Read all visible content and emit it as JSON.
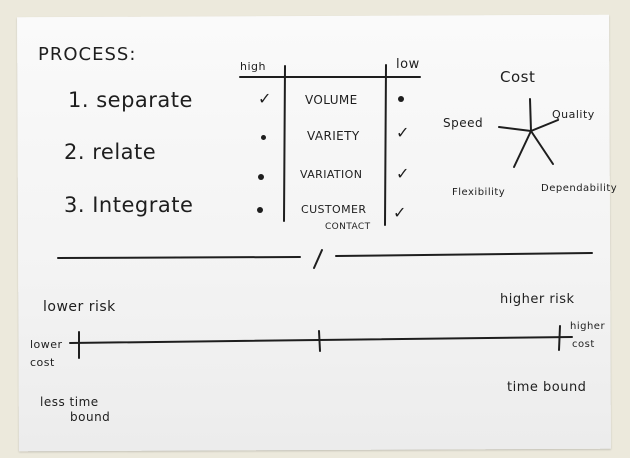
{
  "process": {
    "title": "PROCESS:",
    "steps": [
      {
        "number": "1.",
        "label": "separate"
      },
      {
        "number": "2.",
        "label": "relate"
      },
      {
        "number": "3.",
        "label": "Integrate"
      }
    ]
  },
  "four_v_table": {
    "high_label": "high",
    "low_label": "low",
    "rows": [
      {
        "label": "VOLUME",
        "high": "check-icon",
        "low": "dot-icon"
      },
      {
        "label": "VARIETY",
        "high": "dot-icon",
        "low": "check-icon"
      },
      {
        "label": "VARIATION",
        "high": "dot-icon",
        "low": "check-icon"
      },
      {
        "label": "CUSTOMER CONTACT",
        "label_line1": "CUSTOMER",
        "label_line2": "CONTACT",
        "high": "dot-icon",
        "low": "check-icon"
      }
    ],
    "check_glyph": "✓"
  },
  "performance_objectives": {
    "center": "star-diagram",
    "items": [
      "Cost",
      "Quality",
      "Dependability",
      "Flexibility",
      "Speed"
    ]
  },
  "divider": {
    "slash": "/"
  },
  "scale": {
    "left_top": "lower risk",
    "left_end_line1": "lower",
    "left_end_line2": "cost",
    "left_bottom_line1": "less time",
    "left_bottom_line2": "bound",
    "right_top": "higher risk",
    "right_end_line1": "higher",
    "right_end_line2": "cost",
    "right_bottom": "time bound"
  },
  "colors": {
    "ink": "#1e1e1e",
    "paper": "#f6f6f6",
    "background": "#ece9dc"
  }
}
